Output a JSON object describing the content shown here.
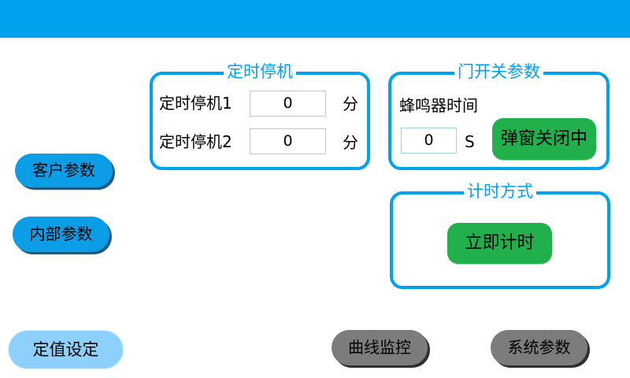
{
  "header": {
    "color": "#00a2ee"
  },
  "shutdown_timer": {
    "title": "定时停机",
    "rows": [
      {
        "label": "定时停机1",
        "value": "0",
        "unit": "分"
      },
      {
        "label": "定时停机2",
        "value": "0",
        "unit": "分"
      }
    ]
  },
  "door_params": {
    "title": "门开关参数",
    "buzzer_label": "蜂鸣器时间",
    "buzzer_value": "0",
    "buzzer_unit": "S",
    "popup_button": "弹窗关闭中"
  },
  "timing_mode": {
    "title": "计时方式",
    "button": "立即计时"
  },
  "side_nav": {
    "customer_params": "客户参数",
    "internal_params": "内部参数"
  },
  "bottom_nav": {
    "setpoint": "定值设定",
    "curve_monitor": "曲线监控",
    "system_params": "系统参数"
  },
  "colors": {
    "accent": "#00a2ee",
    "green": "#21b04b",
    "gray_button": "#7b7d7b",
    "active_button": "#8dd0fb"
  }
}
